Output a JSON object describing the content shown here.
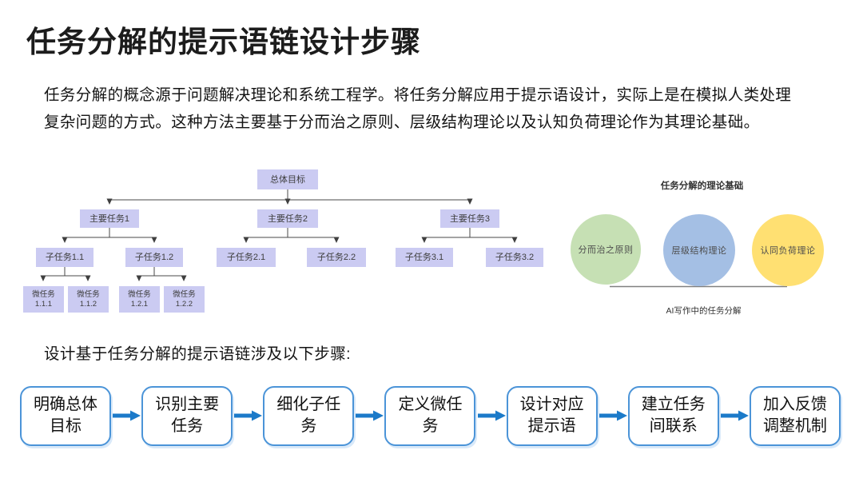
{
  "page": {
    "title": "任务分解的提示语链设计步骤",
    "intro_lines": [
      "任务分解的概念源于问题解决理论和系统工程学。将任务分解应用于提示语设计，实际上是在模拟人类处理",
      "复杂问题的方式。这种方法主要基于分而治之原则、层级结构理论以及认知负荷理论作为其理论基础。"
    ],
    "steps_intro": "设计基于任务分解的提示语链涉及以下步骤:"
  },
  "tree": {
    "root": "总体目标",
    "main_tasks": [
      "主要任务1",
      "主要任务2",
      "主要任务3"
    ],
    "sub_tasks": [
      "子任务1.1",
      "子任务1.2",
      "子任务2.1",
      "子任务2.2",
      "子任务3.1",
      "子任务3.2"
    ],
    "micro_tasks": [
      "微任务 1.1.1",
      "微任务 1.1.2",
      "微任务 1.2.1",
      "微任务 1.2.2"
    ],
    "node_fill": "#cbcbf2",
    "connector_color": "#4a4a4a"
  },
  "theory": {
    "title": "任务分解的理论基础",
    "caption": "AI写作中的任务分解",
    "circles": [
      {
        "label": "分而治之原则",
        "color": "#c6e0b4"
      },
      {
        "label": "层级结构理论",
        "color": "#a4bfe4"
      },
      {
        "label": "认同负荷理论",
        "color": "#ffe072"
      }
    ],
    "baseline_color": "#808080"
  },
  "flow": {
    "steps": [
      "明确总体目标",
      "识别主要任务",
      "细化子任务",
      "定义微任务",
      "设计对应提示语",
      "建立任务间联系",
      "加入反馈调整机制"
    ],
    "arrow_color": "#1b7ac9",
    "box_border_color": "#4b94d8"
  }
}
